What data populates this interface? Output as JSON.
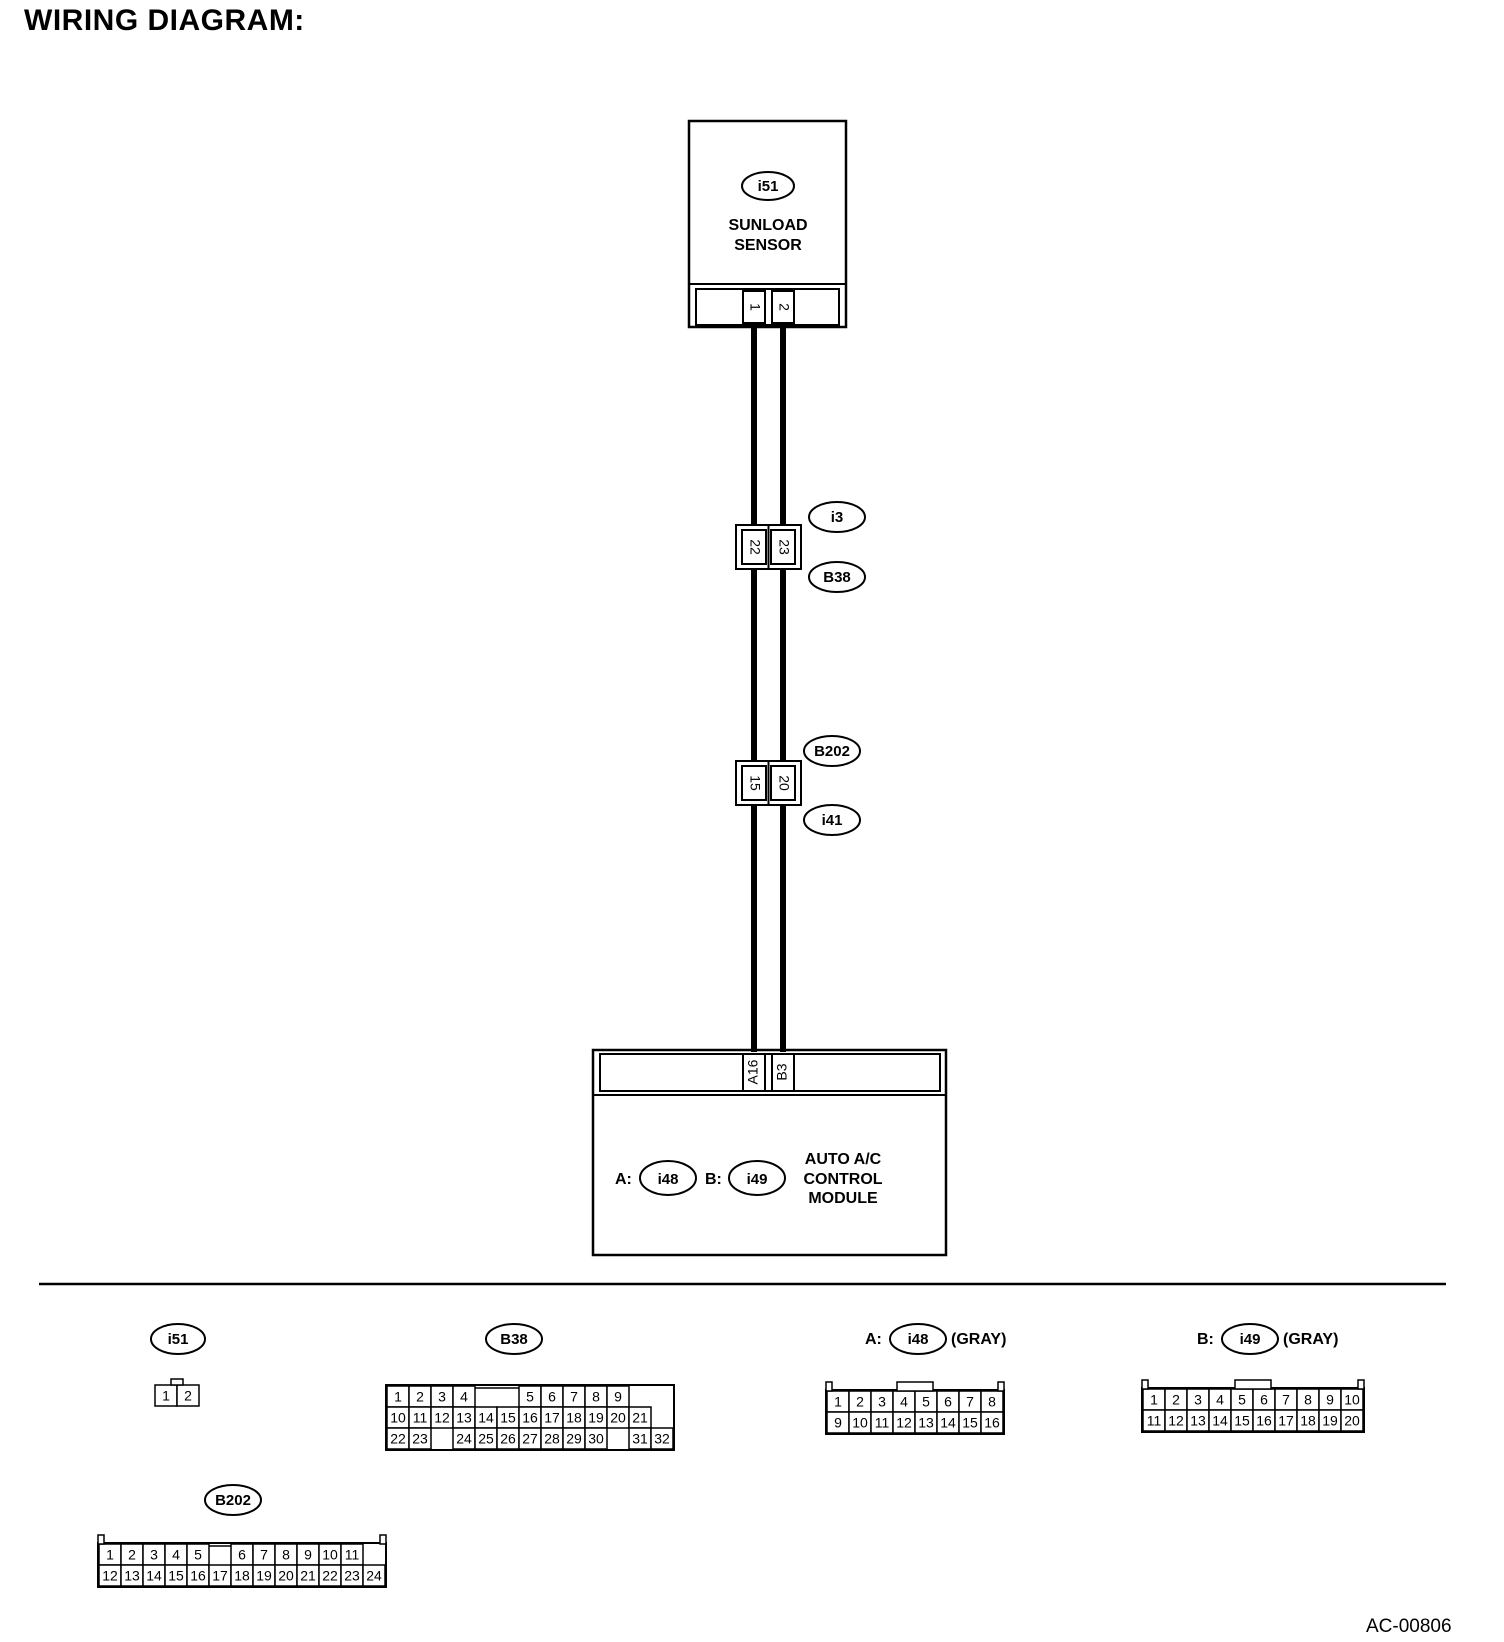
{
  "title": "WIRING DIAGRAM:",
  "diagram_id": "AC-00806",
  "sensor": {
    "connector": "i51",
    "name_line1": "SUNLOAD",
    "name_line2": "SENSOR",
    "pins": [
      "1",
      "2"
    ]
  },
  "joint1": {
    "connector_top": "i3",
    "connector_bottom": "B38",
    "pins": [
      "22",
      "23"
    ]
  },
  "joint2": {
    "connector_top": "B202",
    "connector_bottom": "i41",
    "pins": [
      "15",
      "20"
    ]
  },
  "module": {
    "prefix_a": "A:",
    "connector_a": "i48",
    "prefix_b": "B:",
    "connector_b": "i49",
    "name_line1": "AUTO A/C",
    "name_line2": "CONTROL",
    "name_line3": "MODULE",
    "pins": [
      "A16",
      "B3"
    ]
  },
  "connector_views": {
    "i51": {
      "label": "i51",
      "rows": [
        [
          "1",
          "2"
        ]
      ]
    },
    "B38": {
      "label": "B38",
      "rows": [
        [
          "1",
          "2",
          "3",
          "4",
          "",
          "",
          "5",
          "6",
          "7",
          "8",
          "9"
        ],
        [
          "10",
          "11",
          "12",
          "13",
          "14",
          "15",
          "16",
          "17",
          "18",
          "19",
          "20",
          "21"
        ],
        [
          "22",
          "23",
          "",
          "24",
          "25",
          "26",
          "27",
          "28",
          "29",
          "30",
          "",
          "31",
          "32"
        ]
      ]
    },
    "i48": {
      "prefix": "A:",
      "label": "i48",
      "note": "(GRAY)",
      "rows": [
        [
          "1",
          "2",
          "3",
          "4",
          "5",
          "6",
          "7",
          "8"
        ],
        [
          "9",
          "10",
          "11",
          "12",
          "13",
          "14",
          "15",
          "16"
        ]
      ]
    },
    "i49": {
      "prefix": "B:",
      "label": "i49",
      "note": "(GRAY)",
      "rows": [
        [
          "1",
          "2",
          "3",
          "4",
          "5",
          "6",
          "7",
          "8",
          "9",
          "10"
        ],
        [
          "11",
          "12",
          "13",
          "14",
          "15",
          "16",
          "17",
          "18",
          "19",
          "20"
        ]
      ]
    },
    "B202": {
      "label": "B202",
      "rows": [
        [
          "1",
          "2",
          "3",
          "4",
          "5",
          "",
          "6",
          "7",
          "8",
          "9",
          "10",
          "11"
        ],
        [
          "12",
          "13",
          "14",
          "15",
          "16",
          "17",
          "18",
          "19",
          "20",
          "21",
          "22",
          "23",
          "24"
        ]
      ]
    }
  }
}
